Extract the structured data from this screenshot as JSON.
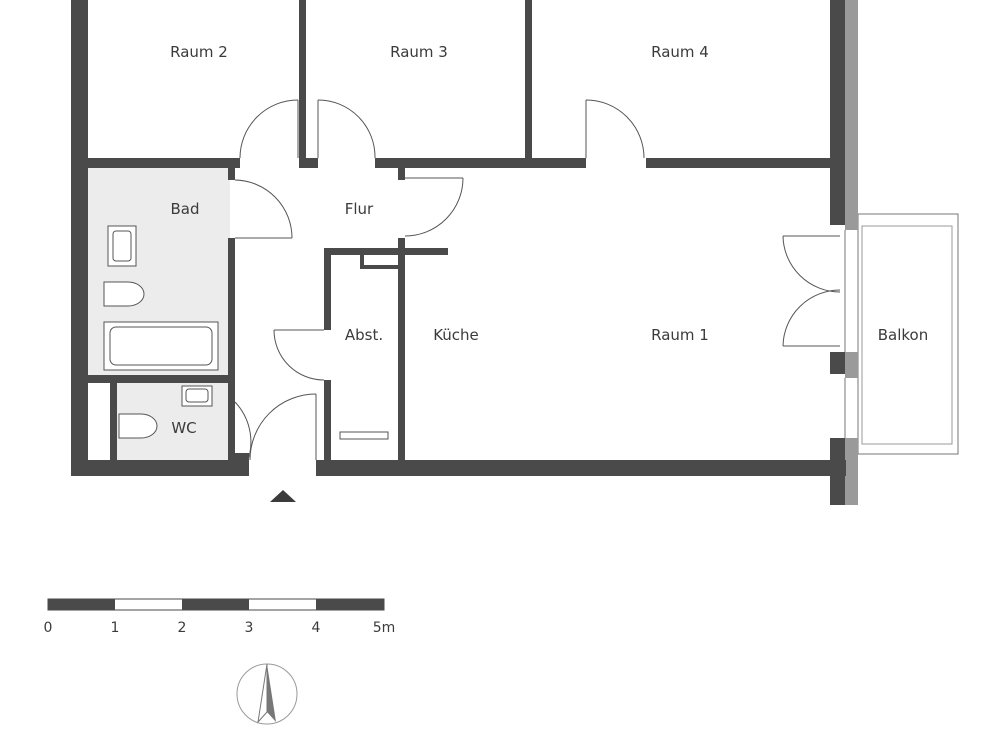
{
  "rooms": {
    "raum2": "Raum 2",
    "raum3": "Raum 3",
    "raum4": "Raum 4",
    "bad": "Bad",
    "flur": "Flur",
    "abst": "Abst.",
    "kueche": "Küche",
    "raum1": "Raum 1",
    "balkon": "Balkon",
    "wc": "WC"
  },
  "scale_bar": {
    "labels": [
      "0",
      "1",
      "2",
      "3",
      "4",
      "5m"
    ]
  },
  "colors": {
    "wall": "#4a4a4b",
    "wet_room_fill": "#ececec",
    "balcony_edge": "#9a9a9a",
    "text": "#3b3b3b"
  },
  "icons": {
    "entrance": "entrance-arrow-icon",
    "north": "north-arrow-icon"
  }
}
